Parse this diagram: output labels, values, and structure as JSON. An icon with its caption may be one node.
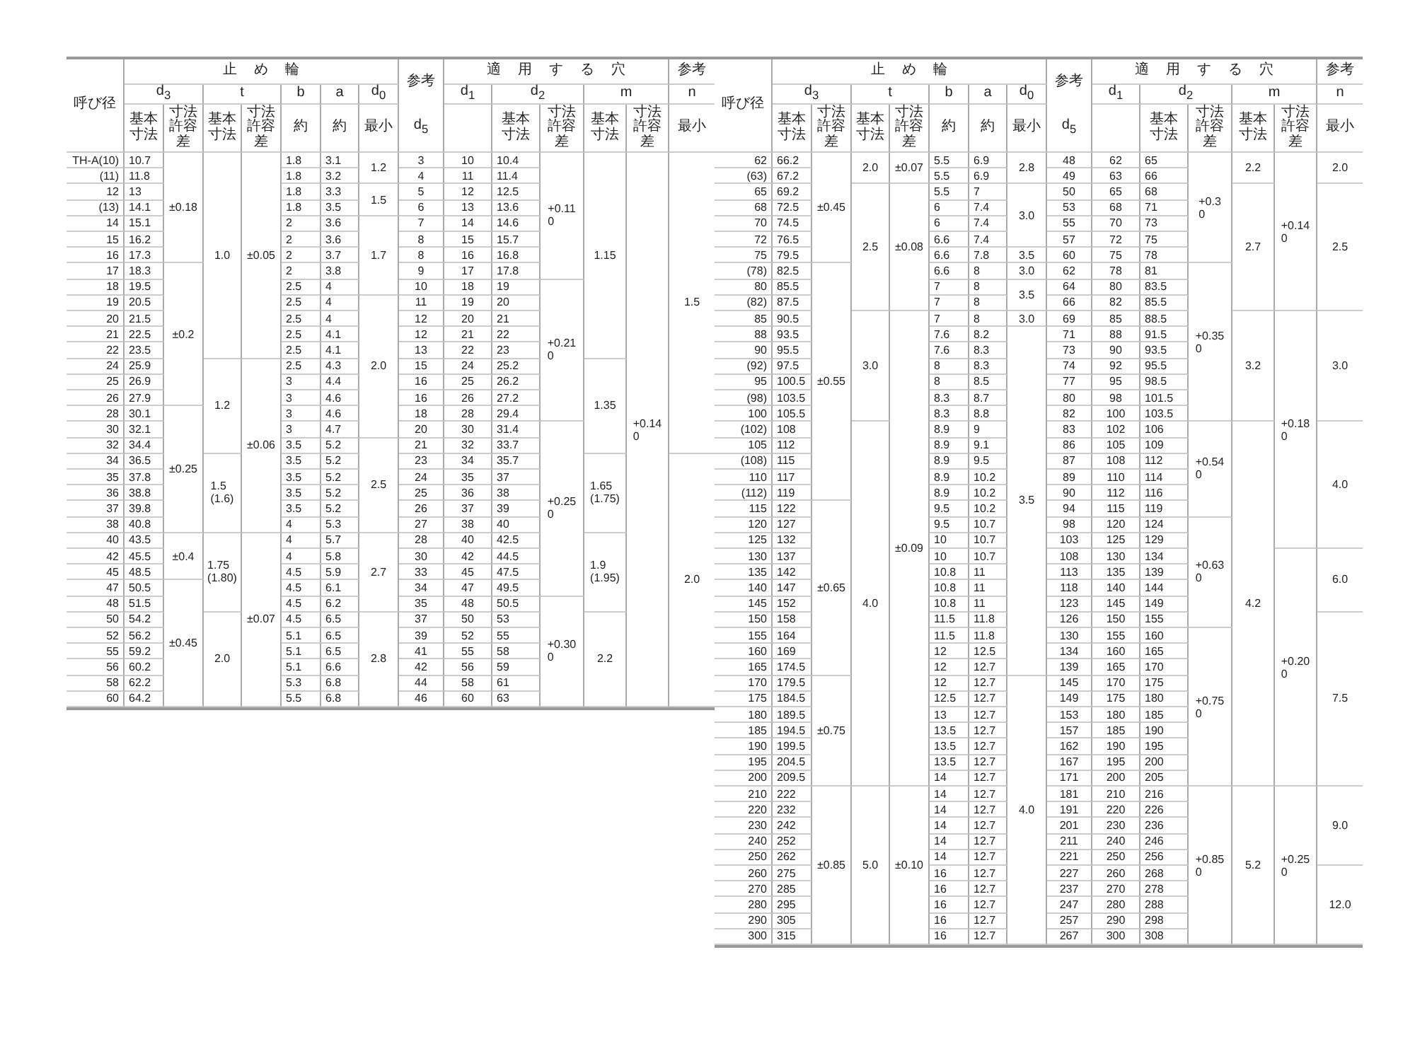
{
  "diagram": {
    "labels": [
      "呼び径",
      "止め輪",
      "参考",
      "d$_{5}$",
      "適用する穴",
      "参考",
      "d$_{3}$",
      "t",
      "b",
      "a",
      "d$_{0}$",
      "d$_{1}$",
      "d$_{2}$",
      "m",
      "n",
      "基本寸法",
      "寸法許容差",
      "基本寸法",
      "寸法許容差",
      "約",
      "約",
      "最小",
      "基本寸法",
      "寸法許容差",
      "基本寸法",
      "寸法許容差",
      "最小",
      "TH-A(10)",
      "10.7",
      "±0.18",
      "1.0",
      "±0.05",
      "1.8",
      "3.1",
      "1.2",
      "3",
      "10",
      "10.4",
      "+0.11 0",
      "1.15",
      "+0.14 0",
      "1.5",
      "(11)",
      "11.8",
      "1.8",
      "3.2",
      "4",
      "11",
      "11.4",
      "12",
      "13",
      "1.8",
      "3.3",
      "1.5",
      "5",
      "12",
      "12.5",
      "(13)",
      "14.1",
      "1.8",
      "3.5",
      "6",
      "13",
      "13.6",
      "14",
      "15.1",
      "2",
      "3.6",
      "1.7",
      "7",
      "14",
      "14.6",
      "15",
      "16.2",
      "2",
      "3.6",
      "8",
      "15",
      "15.7",
      "16",
      "17.3",
      "2",
      "3.7",
      "8",
      "16",
      "16.8",
      "17",
      "18.3",
      "±0.2",
      "2",
      "3.8",
      "9",
      "17",
      "17.8",
      "18",
      "19.5",
      "2.5",
      "4",
      "10",
      "18",
      "19",
      "+0.21 0",
      "19",
      "20.5",
      "2.5",
      "4",
      "2.0",
      "11",
      "19",
      "20",
      "20",
      "21.5",
      "2.5",
      "4",
      "12",
      "20",
      "21",
      "21",
      "22.5",
      "2.5",
      "4.1",
      "12",
      "21",
      "22",
      "22",
      "23.5",
      "2.5",
      "4.1",
      "13",
      "22",
      "23",
      "24",
      "25.9",
      "1.2",
      "±0.06",
      "2.5",
      "4.3",
      "15",
      "24",
      "25.2",
      "1.35",
      "25",
      "26.9",
      "3",
      "4.4",
      "16",
      "25",
      "26.2",
      "26",
      "27.9",
      "3",
      "4.6",
      "16",
      "26",
      "27.2",
      "28",
      "30.1",
      "±0.25",
      "3",
      "4.6",
      "18",
      "28",
      "29.4",
      "30",
      "32.1",
      "3",
      "4.7",
      "20",
      "30",
      "31.4",
      "+0.25 0",
      "32",
      "34.4",
      "3.5",
      "5.2",
      "2.5",
      "21",
      "32",
      "33.7",
      "34",
      "36.5",
      "1.5 (1.6)",
      "3.5",
      "5.2",
      "23",
      "34",
      "35.7",
      "1.65 (1.75)",
      "2.0",
      "35",
      "37.8",
      "3.5",
      "5.2",
      "24",
      "35",
      "37",
      "36",
      "38.8",
      "3.5",
      "5.2",
      "25",
      "36",
      "38",
      "37",
      "39.8",
      "3.5",
      "5.2",
      "26",
      "37",
      "39",
      "38",
      "40.8",
      "4",
      "5.3",
      "27",
      "38",
      "40",
      "40",
      "43.5",
      "±0.4",
      "1.75 (1.80)",
      "±0.07",
      "4",
      "5.7",
      "2.7",
      "28",
      "40",
      "42.5",
      "1.9 (1.95)",
      "42",
      "45.5",
      "4",
      "5.8",
      "30",
      "42",
      "44.5",
      "45",
      "48.5",
      "4.5",
      "5.9",
      "33",
      "45",
      "47.5",
      "47",
      "50.5",
      "±0.45",
      "4.5",
      "6.1",
      "34",
      "47",
      "49.5",
      "48",
      "51.5",
      "4.5",
      "6.2",
      "35",
      "48",
      "50.5",
      "+0.30 0",
      "50",
      "54.2",
      "2.0",
      "4.5",
      "6.5",
      "2.8",
      "37",
      "50",
      "53",
      "2.2",
      "52",
      "56.2",
      "5.1",
      "6.5",
      "39",
      "52",
      "55",
      "55",
      "59.2",
      "5.1",
      "6.5",
      "41",
      "55",
      "58",
      "56",
      "60.2",
      "5.1",
      "6.6",
      "42",
      "56",
      "59",
      "58",
      "62.2",
      "5.3",
      "6.8",
      "44",
      "58",
      "61",
      "60",
      "64.2",
      "5.5",
      "6.8",
      "46",
      "60",
      "63",
      "呼び径",
      "止め輪",
      "参考",
      "d$_{5}$",
      "適用する穴",
      "参考",
      "d$_{3}$",
      "t",
      "b",
      "a",
      "d$_{0}$",
      "d$_{1}$",
      "d$_{2}$",
      "m",
      "n",
      "基本寸法",
      "寸法許容差",
      "基本寸法",
      "寸法許容差",
      "約",
      "約",
      "最小",
      "基本寸法",
      "寸法許容差",
      "基本寸法",
      "寸法許容差",
      "最小",
      "62",
      "66.2",
      "±0.45",
      "2.0",
      "±0.07",
      "5.5",
      "6.9",
      "2.8",
      "48",
      "62",
      "65",
      "+0.3 0",
      "2.2",
      "+0.14 0",
      "2.0",
      "(63)",
      "67.2",
      "5.5",
      "6.9",
      "49",
      "63",
      "66",
      "65",
      "69.2",
      "2.5",
      "±0.08",
      "5.5",
      "7",
      "3.0",
      "50",
      "65",
      "68",
      "2.7",
      "2.5",
      "68",
      "72.5",
      "6",
      "7.4",
      "53",
      "68",
      "71",
      "70",
      "74.5",
      "6",
      "7.4",
      "55",
      "70",
      "73",
      "72",
      "76.5",
      "6.6",
      "7.4",
      "57",
      "72",
      "75",
      "75",
      "79.5",
      "6.6",
      "7.8",
      "3.5",
      "60",
      "75",
      "78",
      "(78)",
      "82.5",
      "±0.55",
      "6.6",
      "8",
      "3.0",
      "62",
      "78",
      "81",
      "+0.35 0",
      "80",
      "85.5",
      "7",
      "8",
      "3.5",
      "64",
      "80",
      "83.5",
      "(82)",
      "87.5",
      "7",
      "8",
      "66",
      "82",
      "85.5",
      "85",
      "90.5",
      "3.0",
      "±0.09",
      "7",
      "8",
      "3.0",
      "69",
      "85",
      "88.5",
      "3.2",
      "+0.18 0",
      "3.0",
      "88",
      "93.5",
      "7.6",
      "8.2",
      "3.5",
      "71",
      "88",
      "91.5",
      "90",
      "95.5",
      "7.6",
      "8.3",
      "73",
      "90",
      "93.5",
      "(92)",
      "97.5",
      "8",
      "8.3",
      "74",
      "92",
      "95.5",
      "95",
      "100.5",
      "8",
      "8.5",
      "77",
      "95",
      "98.5",
      "(98)",
      "103.5",
      "8.3",
      "8.7",
      "80",
      "98",
      "101.5",
      "100",
      "105.5",
      "8.3",
      "8.8",
      "82",
      "100",
      "103.5",
      "(102)",
      "108",
      "4.0",
      "8.9",
      "9",
      "83",
      "102",
      "106",
      "+0.54 0",
      "4.2",
      "4.0",
      "105",
      "112",
      "8.9",
      "9.1",
      "86",
      "105",
      "109",
      "(108)",
      "115",
      "8.9",
      "9.5",
      "87",
      "108",
      "112",
      "110",
      "117",
      "8.9",
      "10.2",
      "89",
      "110",
      "114",
      "(112)",
      "119",
      "8.9",
      "10.2",
      "90",
      "112",
      "116",
      "115",
      "122",
      "±0.65",
      "9.5",
      "10.2",
      "94",
      "115",
      "119",
      "120",
      "127",
      "9.5",
      "10.7",
      "98",
      "120",
      "124",
      "+0.63 0",
      "125",
      "132",
      "10",
      "10.7",
      "103",
      "125",
      "129",
      "130",
      "137",
      "10",
      "10.7",
      "108",
      "130",
      "134",
      "+0.20 0",
      "6.0",
      "135",
      "142",
      "10.8",
      "11",
      "113",
      "135",
      "139",
      "140",
      "147",
      "10.8",
      "11",
      "118",
      "140",
      "144",
      "145",
      "152",
      "10.8",
      "11",
      "123",
      "145",
      "149",
      "150",
      "158",
      "11.5",
      "11.8",
      "126",
      "150",
      "155",
      "7.5",
      "155",
      "164",
      "11.5",
      "11.8",
      "130",
      "155",
      "160",
      "+0.75 0",
      "160",
      "169",
      "12",
      "12.5",
      "134",
      "160",
      "165",
      "165",
      "174.5",
      "12",
      "12.7",
      "139",
      "165",
      "170",
      "170",
      "179.5",
      "±0.75",
      "12",
      "12.7",
      "4.0",
      "145",
      "170",
      "175",
      "175",
      "184.5",
      "12.5",
      "12.7",
      "149",
      "175",
      "180",
      "180",
      "189.5",
      "13",
      "12.7",
      "153",
      "180",
      "185",
      "185",
      "194.5",
      "13.5",
      "12.7",
      "157",
      "185",
      "190",
      "190",
      "199.5",
      "13.5",
      "12.7",
      "162",
      "190",
      "195",
      "195",
      "204.5",
      "13.5",
      "12.7",
      "167",
      "195",
      "200",
      "200",
      "209.5",
      "14",
      "12.7",
      "171",
      "200",
      "205",
      "210",
      "222",
      "±0.85",
      "5.0",
      "±0.10",
      "14",
      "12.7",
      "181",
      "210",
      "216",
      "+0.85 0",
      "5.2",
      "+0.25 0",
      "9.0",
      "220",
      "232",
      "14",
      "12.7",
      "191",
      "220",
      "226",
      "230",
      "242",
      "14",
      "12.7",
      "201",
      "230",
      "236",
      "240",
      "252",
      "14",
      "12.7",
      "211",
      "240",
      "246",
      "250",
      "262",
      "14",
      "12.7",
      "221",
      "250",
      "256",
      "260",
      "275",
      "16",
      "12.7",
      "227",
      "260",
      "268",
      "12.0",
      "270",
      "285",
      "16",
      "12.7",
      "237",
      "270",
      "278",
      "280",
      "295",
      "16",
      "12.7",
      "247",
      "280",
      "288",
      "290",
      "305",
      "16",
      "12.7",
      "257",
      "290",
      "298",
      "300",
      "315",
      "16",
      "12.7",
      "267",
      "300",
      "308"
    ]
  }
}
